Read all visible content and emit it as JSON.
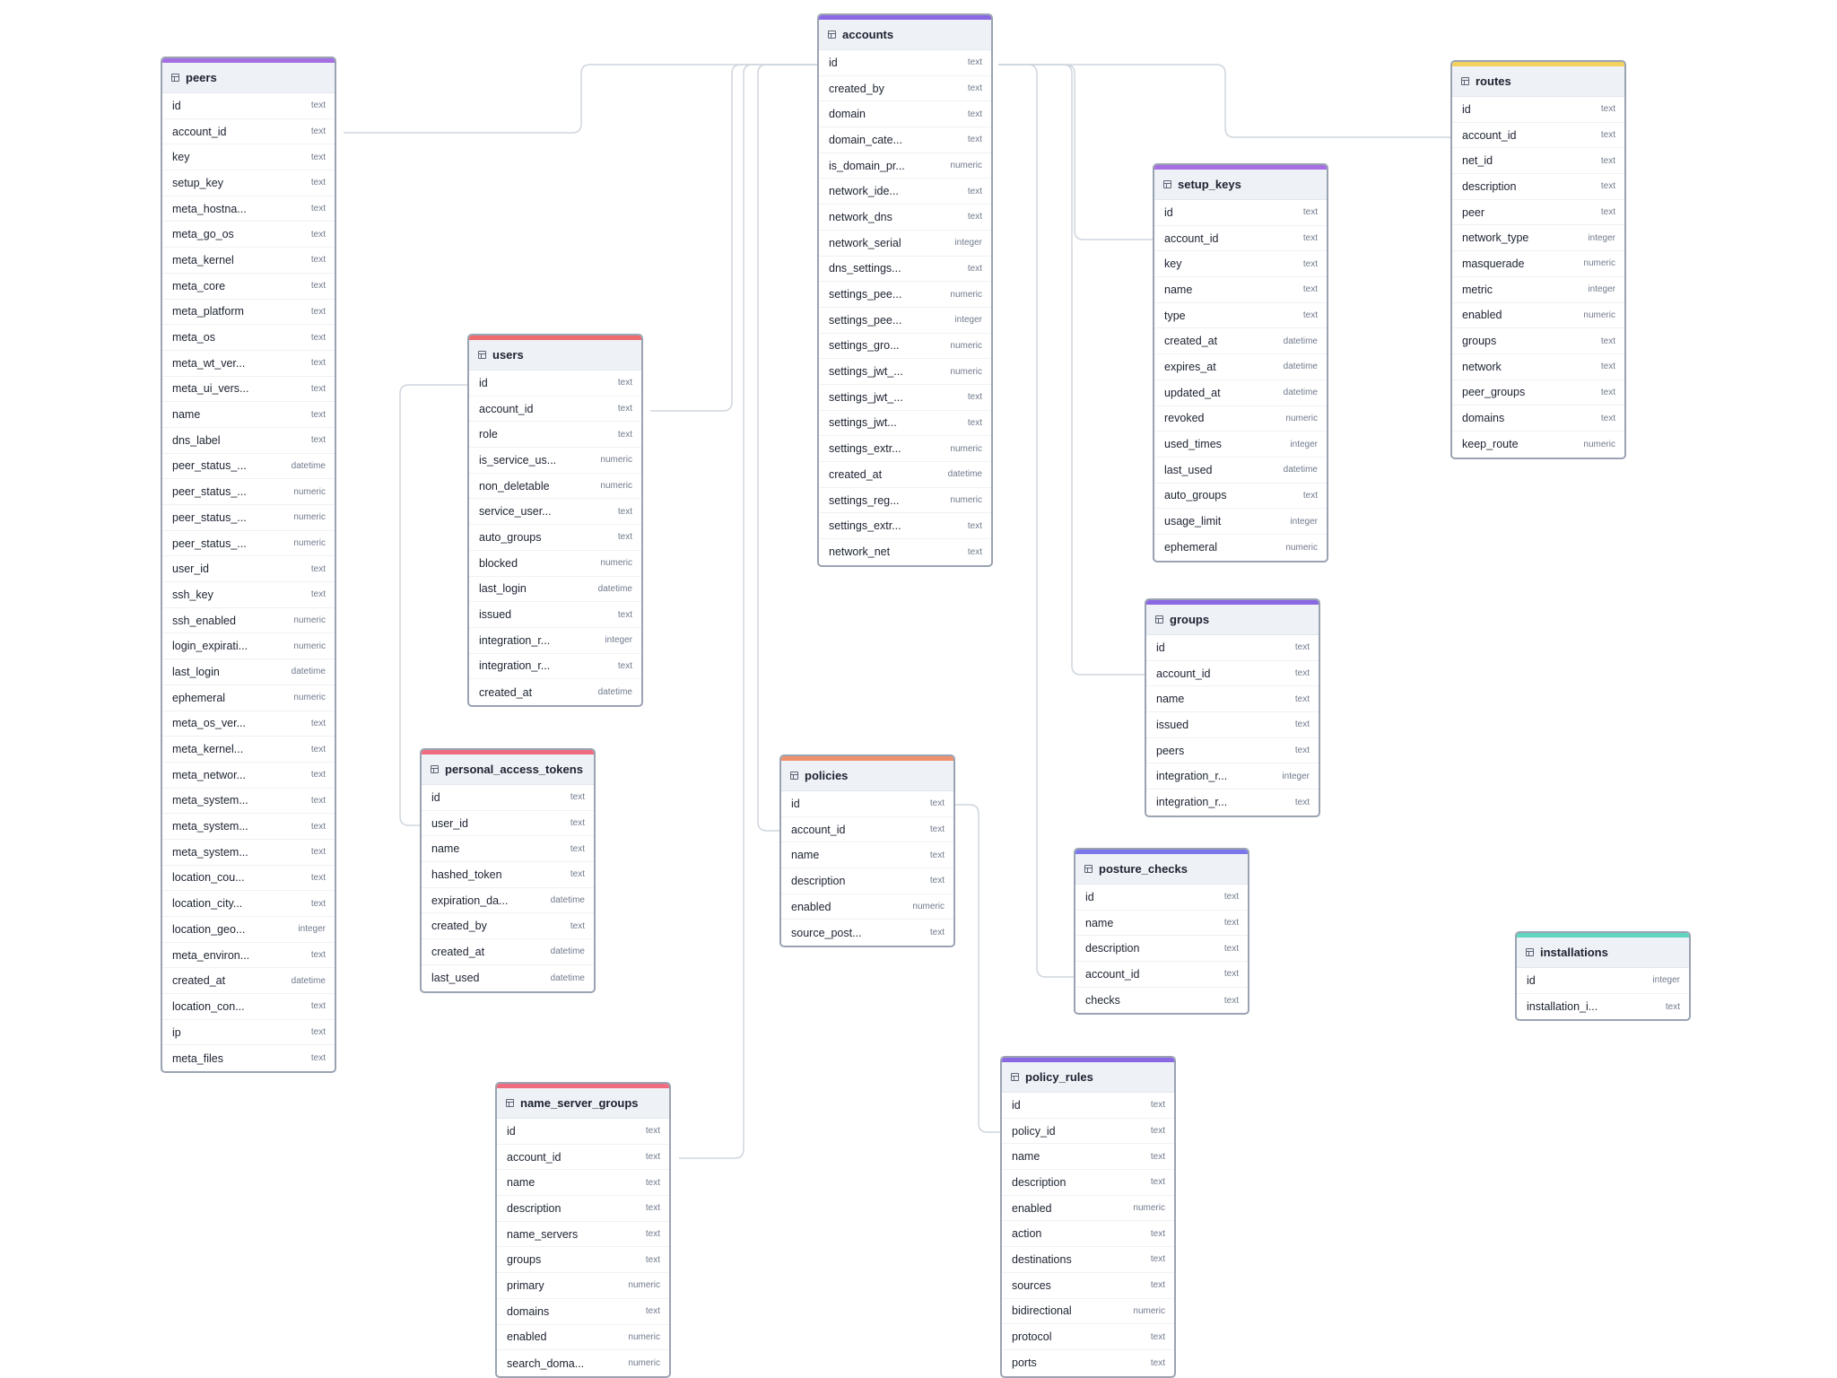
{
  "tables": [
    {
      "name": "peers",
      "accent": "#a56ee3",
      "columns": [
        [
          "id",
          "text"
        ],
        [
          "account_id",
          "text"
        ],
        [
          "key",
          "text"
        ],
        [
          "setup_key",
          "text"
        ],
        [
          "meta_hostna...",
          "text"
        ],
        [
          "meta_go_os",
          "text"
        ],
        [
          "meta_kernel",
          "text"
        ],
        [
          "meta_core",
          "text"
        ],
        [
          "meta_platform",
          "text"
        ],
        [
          "meta_os",
          "text"
        ],
        [
          "meta_wt_ver...",
          "text"
        ],
        [
          "meta_ui_vers...",
          "text"
        ],
        [
          "name",
          "text"
        ],
        [
          "dns_label",
          "text"
        ],
        [
          "peer_status_...",
          "datetime"
        ],
        [
          "peer_status_...",
          "numeric"
        ],
        [
          "peer_status_...",
          "numeric"
        ],
        [
          "peer_status_...",
          "numeric"
        ],
        [
          "user_id",
          "text"
        ],
        [
          "ssh_key",
          "text"
        ],
        [
          "ssh_enabled",
          "numeric"
        ],
        [
          "login_expirati...",
          "numeric"
        ],
        [
          "last_login",
          "datetime"
        ],
        [
          "ephemeral",
          "numeric"
        ],
        [
          "meta_os_ver...",
          "text"
        ],
        [
          "meta_kernel...",
          "text"
        ],
        [
          "meta_networ...",
          "text"
        ],
        [
          "meta_system...",
          "text"
        ],
        [
          "meta_system...",
          "text"
        ],
        [
          "meta_system...",
          "text"
        ],
        [
          "location_cou...",
          "text"
        ],
        [
          "location_city...",
          "text"
        ],
        [
          "location_geo...",
          "integer"
        ],
        [
          "meta_environ...",
          "text"
        ],
        [
          "created_at",
          "datetime"
        ],
        [
          "location_con...",
          "text"
        ],
        [
          "ip",
          "text"
        ],
        [
          "meta_files",
          "text"
        ]
      ]
    },
    {
      "name": "accounts",
      "accent": "#8a67e3",
      "columns": [
        [
          "id",
          "text"
        ],
        [
          "created_by",
          "text"
        ],
        [
          "domain",
          "text"
        ],
        [
          "domain_cate...",
          "text"
        ],
        [
          "is_domain_pr...",
          "numeric"
        ],
        [
          "network_ide...",
          "text"
        ],
        [
          "network_dns",
          "text"
        ],
        [
          "network_serial",
          "integer"
        ],
        [
          "dns_settings...",
          "text"
        ],
        [
          "settings_pee...",
          "numeric"
        ],
        [
          "settings_pee...",
          "integer"
        ],
        [
          "settings_gro...",
          "numeric"
        ],
        [
          "settings_jwt_...",
          "numeric"
        ],
        [
          "settings_jwt_...",
          "text"
        ],
        [
          "settings_jwt...",
          "text"
        ],
        [
          "settings_extr...",
          "numeric"
        ],
        [
          "created_at",
          "datetime"
        ],
        [
          "settings_reg...",
          "numeric"
        ],
        [
          "settings_extr...",
          "text"
        ],
        [
          "network_net",
          "text"
        ]
      ]
    },
    {
      "name": "routes",
      "accent": "#f2d25c",
      "columns": [
        [
          "id",
          "text"
        ],
        [
          "account_id",
          "text"
        ],
        [
          "net_id",
          "text"
        ],
        [
          "description",
          "text"
        ],
        [
          "peer",
          "text"
        ],
        [
          "network_type",
          "integer"
        ],
        [
          "masquerade",
          "numeric"
        ],
        [
          "metric",
          "integer"
        ],
        [
          "enabled",
          "numeric"
        ],
        [
          "groups",
          "text"
        ],
        [
          "network",
          "text"
        ],
        [
          "peer_groups",
          "text"
        ],
        [
          "domains",
          "text"
        ],
        [
          "keep_route",
          "numeric"
        ]
      ]
    },
    {
      "name": "setup_keys",
      "accent": "#a56ee3",
      "columns": [
        [
          "id",
          "text"
        ],
        [
          "account_id",
          "text"
        ],
        [
          "key",
          "text"
        ],
        [
          "name",
          "text"
        ],
        [
          "type",
          "text"
        ],
        [
          "created_at",
          "datetime"
        ],
        [
          "expires_at",
          "datetime"
        ],
        [
          "updated_at",
          "datetime"
        ],
        [
          "revoked",
          "numeric"
        ],
        [
          "used_times",
          "integer"
        ],
        [
          "last_used",
          "datetime"
        ],
        [
          "auto_groups",
          "text"
        ],
        [
          "usage_limit",
          "integer"
        ],
        [
          "ephemeral",
          "numeric"
        ]
      ]
    },
    {
      "name": "users",
      "accent": "#ef6b6b",
      "columns": [
        [
          "id",
          "text"
        ],
        [
          "account_id",
          "text"
        ],
        [
          "role",
          "text"
        ],
        [
          "is_service_us...",
          "numeric"
        ],
        [
          "non_deletable",
          "numeric"
        ],
        [
          "service_user...",
          "text"
        ],
        [
          "auto_groups",
          "text"
        ],
        [
          "blocked",
          "numeric"
        ],
        [
          "last_login",
          "datetime"
        ],
        [
          "issued",
          "text"
        ],
        [
          "integration_r...",
          "integer"
        ],
        [
          "integration_r...",
          "text"
        ],
        [
          "created_at",
          "datetime"
        ]
      ]
    },
    {
      "name": "groups",
      "accent": "#8a67e3",
      "columns": [
        [
          "id",
          "text"
        ],
        [
          "account_id",
          "text"
        ],
        [
          "name",
          "text"
        ],
        [
          "issued",
          "text"
        ],
        [
          "peers",
          "text"
        ],
        [
          "integration_r...",
          "integer"
        ],
        [
          "integration_r...",
          "text"
        ]
      ]
    },
    {
      "name": "personal_access_tokens",
      "accent": "#ef6b80",
      "columns": [
        [
          "id",
          "text"
        ],
        [
          "user_id",
          "text"
        ],
        [
          "name",
          "text"
        ],
        [
          "hashed_token",
          "text"
        ],
        [
          "expiration_da...",
          "datetime"
        ],
        [
          "created_by",
          "text"
        ],
        [
          "created_at",
          "datetime"
        ],
        [
          "last_used",
          "datetime"
        ]
      ]
    },
    {
      "name": "policies",
      "accent": "#f0906a",
      "columns": [
        [
          "id",
          "text"
        ],
        [
          "account_id",
          "text"
        ],
        [
          "name",
          "text"
        ],
        [
          "description",
          "text"
        ],
        [
          "enabled",
          "numeric"
        ],
        [
          "source_post...",
          "text"
        ]
      ]
    },
    {
      "name": "posture_checks",
      "accent": "#7b76ec",
      "columns": [
        [
          "id",
          "text"
        ],
        [
          "name",
          "text"
        ],
        [
          "description",
          "text"
        ],
        [
          "account_id",
          "text"
        ],
        [
          "checks",
          "text"
        ]
      ]
    },
    {
      "name": "installations",
      "accent": "#5fd6c0",
      "columns": [
        [
          "id",
          "integer"
        ],
        [
          "installation_i...",
          "text"
        ]
      ]
    },
    {
      "name": "name_server_groups",
      "accent": "#ef6b80",
      "columns": [
        [
          "id",
          "text"
        ],
        [
          "account_id",
          "text"
        ],
        [
          "name",
          "text"
        ],
        [
          "description",
          "text"
        ],
        [
          "name_servers",
          "text"
        ],
        [
          "groups",
          "text"
        ],
        [
          "primary",
          "numeric"
        ],
        [
          "domains",
          "text"
        ],
        [
          "enabled",
          "numeric"
        ],
        [
          "search_doma...",
          "numeric"
        ]
      ]
    },
    {
      "name": "policy_rules",
      "accent": "#8a67e3",
      "columns": [
        [
          "id",
          "text"
        ],
        [
          "policy_id",
          "text"
        ],
        [
          "name",
          "text"
        ],
        [
          "description",
          "text"
        ],
        [
          "enabled",
          "numeric"
        ],
        [
          "action",
          "text"
        ],
        [
          "destinations",
          "text"
        ],
        [
          "sources",
          "text"
        ],
        [
          "bidirectional",
          "numeric"
        ],
        [
          "protocol",
          "text"
        ],
        [
          "ports",
          "text"
        ]
      ]
    }
  ]
}
